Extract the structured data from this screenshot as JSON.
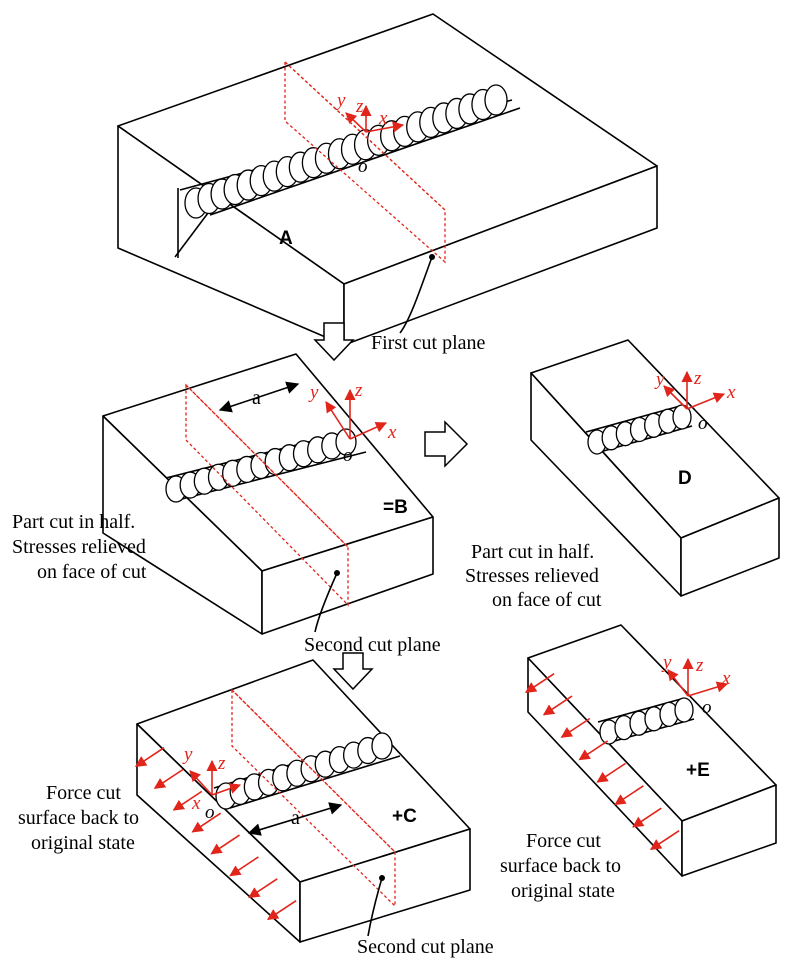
{
  "colors": {
    "line": "#000000",
    "accent": "#e1251b",
    "background": "#ffffff"
  },
  "icons": {
    "down_arrow": "hollow-down-arrow-icon",
    "right_arrow": "hollow-right-arrow-icon"
  },
  "blocks": {
    "a": {
      "label": "A"
    },
    "b": {
      "label": "=B"
    },
    "c": {
      "label": "+C"
    },
    "d": {
      "label": "D"
    },
    "e": {
      "label": "+E"
    }
  },
  "axes": {
    "x": "x",
    "y": "y",
    "z": "z",
    "o": "o"
  },
  "dimension": {
    "a": "a"
  },
  "annotations": {
    "first_cut": "First cut plane",
    "second_cut": "Second cut plane",
    "part_cut": [
      "Part cut in half.",
      "Stresses relieved",
      "on face of cut"
    ],
    "force_cut": [
      "Force cut",
      "surface back to",
      "original state"
    ]
  }
}
